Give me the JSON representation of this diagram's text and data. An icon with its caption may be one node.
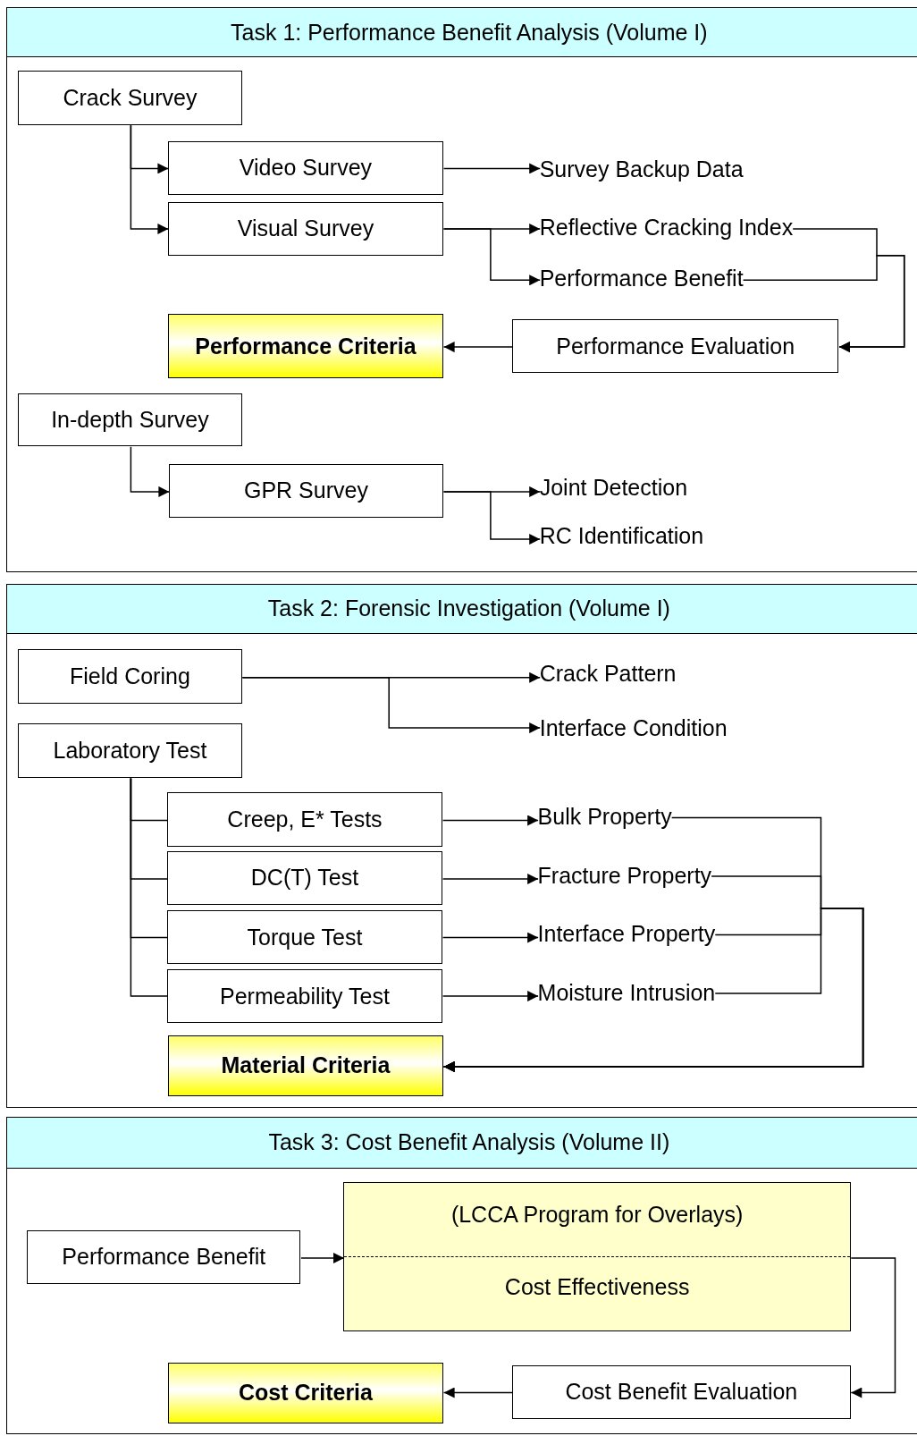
{
  "diagram": {
    "nodes": [
      {
        "text": [
          "Task 1: Performance Benefit Analysis (Volume I)"
        ]
      },
      {
        "text": [
          "Crack Survey"
        ],
        "in": 0
      },
      {
        "text": [
          "Video Survey"
        ],
        "in": 0
      },
      {
        "text": [
          "Visual Survey"
        ],
        "in": 0
      },
      {
        "text": [
          "Survey Backup Data"
        ],
        "in": 0
      },
      {
        "text": [
          "Reflective Cracking Index"
        ],
        "in": 0
      },
      {
        "text": [
          "Performance Benefit"
        ],
        "in": 0
      },
      {
        "text": [
          "Performance Criteria"
        ],
        "in": 0
      },
      {
        "text": [
          "Performance Evaluation"
        ],
        "in": 0
      },
      {
        "text": [
          "In-depth Survey"
        ],
        "in": 0
      },
      {
        "text": [
          "GPR Survey"
        ],
        "in": 0
      },
      {
        "text": [
          "Joint Detection"
        ],
        "in": 0
      },
      {
        "text": [
          "RC Identification"
        ],
        "in": 0
      },
      {
        "text": [
          "Task 2: Forensic Investigation (Volume I)"
        ]
      },
      {
        "text": [
          "Field Coring"
        ],
        "in": 13
      },
      {
        "text": [
          "Crack Pattern"
        ],
        "in": 13
      },
      {
        "text": [
          "Interface Condition"
        ],
        "in": 13
      },
      {
        "text": [
          "Laboratory Test"
        ],
        "in": 13
      },
      {
        "text": [
          "Creep, E* Tests"
        ],
        "in": 13
      },
      {
        "text": [
          "DC(T) Test"
        ],
        "in": 13
      },
      {
        "text": [
          "Torque Test"
        ],
        "in": 13
      },
      {
        "text": [
          "Permeability Test"
        ],
        "in": 13
      },
      {
        "text": [
          "Bulk Property"
        ],
        "in": 13
      },
      {
        "text": [
          "Fracture Property"
        ],
        "in": 13
      },
      {
        "text": [
          "Interface Property"
        ],
        "in": 13
      },
      {
        "text": [
          "Moisture Intrusion"
        ],
        "in": 13
      },
      {
        "text": [
          "Material Criteria"
        ],
        "in": 13
      },
      {
        "text": [
          "Task 3: Cost Benefit Analysis (Volume II)"
        ]
      },
      {
        "text": [
          "Performance Benefit"
        ],
        "in": 27
      },
      {
        "text": [
          "(LCCA Program for Overlays)",
          "Cost Effectiveness"
        ],
        "in": 27
      },
      {
        "text": [
          "Cost Criteria"
        ],
        "in": 27
      },
      {
        "text": [
          "Cost Benefit Evaluation"
        ],
        "in": 27
      }
    ],
    "edges": [
      {
        "from": 1,
        "to": 2,
        "arrow": "to"
      },
      {
        "from": 1,
        "to": 3,
        "arrow": "to"
      },
      {
        "from": 2,
        "to": 4,
        "arrow": "to"
      },
      {
        "from": 3,
        "to": 5,
        "arrow": "to"
      },
      {
        "from": 3,
        "to": 6,
        "arrow": "to"
      },
      {
        "from": 5,
        "to": 8,
        "arrow": "to"
      },
      {
        "from": 6,
        "to": 8,
        "arrow": "to"
      },
      {
        "from": 8,
        "to": 7,
        "arrow": "to"
      },
      {
        "from": 9,
        "to": 10,
        "arrow": "to"
      },
      {
        "from": 10,
        "to": 11,
        "arrow": "to"
      },
      {
        "from": 10,
        "to": 12,
        "arrow": "to"
      },
      {
        "from": 14,
        "to": 15,
        "arrow": "to"
      },
      {
        "from": 14,
        "to": 16,
        "arrow": "to"
      },
      {
        "from": 17,
        "to": 18,
        "arrow": "none"
      },
      {
        "from": 17,
        "to": 19,
        "arrow": "none"
      },
      {
        "from": 17,
        "to": 20,
        "arrow": "none"
      },
      {
        "from": 17,
        "to": 21,
        "arrow": "none"
      },
      {
        "from": 18,
        "to": 22,
        "arrow": "to"
      },
      {
        "from": 19,
        "to": 23,
        "arrow": "to"
      },
      {
        "from": 20,
        "to": 24,
        "arrow": "to"
      },
      {
        "from": 21,
        "to": 25,
        "arrow": "to"
      },
      {
        "from": 22,
        "to": 26,
        "arrow": "to"
      },
      {
        "from": 23,
        "to": 26,
        "arrow": "to"
      },
      {
        "from": 24,
        "to": 26,
        "arrow": "to"
      },
      {
        "from": 25,
        "to": 26,
        "arrow": "to"
      },
      {
        "from": 28,
        "to": 29,
        "arrow": "to"
      },
      {
        "from": 29,
        "to": 31,
        "arrow": "to"
      },
      {
        "from": 31,
        "to": 30,
        "arrow": "to"
      }
    ]
  }
}
